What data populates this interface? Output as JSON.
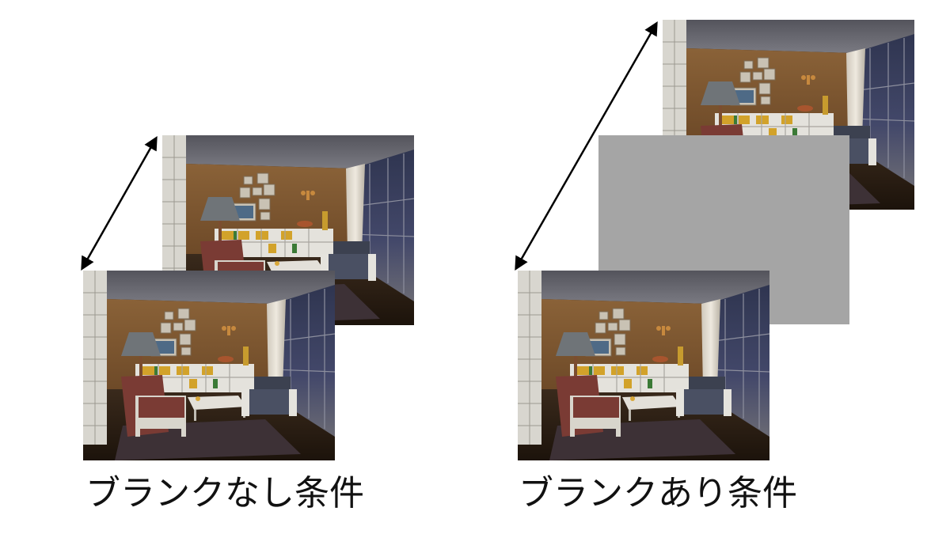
{
  "left_panel": {
    "caption": "ブランクなし条件",
    "images": [
      "room-photo",
      "room-photo"
    ],
    "blank_screen": false
  },
  "right_panel": {
    "caption": "ブランクあり条件",
    "images": [
      "room-photo",
      "room-photo"
    ],
    "blank_screen": true
  },
  "colors": {
    "blank": "#a5a5a5",
    "arrow": "#000000"
  }
}
